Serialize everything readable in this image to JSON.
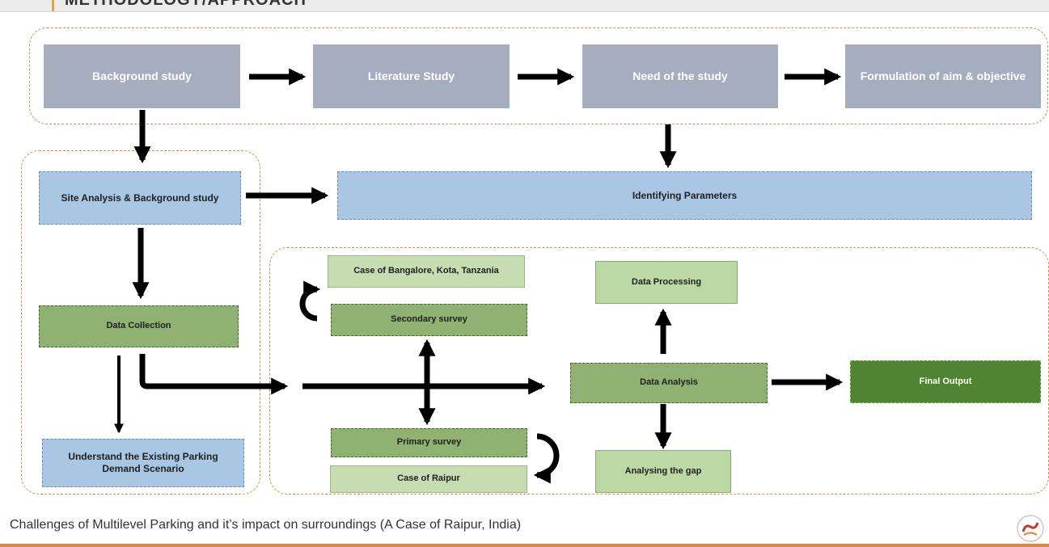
{
  "header": {
    "title": "METHODOLOGY/APPROACH"
  },
  "diagram": {
    "row1": {
      "background_study": "Background study",
      "literature_study": "Literature Study",
      "need_of_study": "Need of the study",
      "formulation": "Formulation of aim & objective"
    },
    "site_analysis": "Site Analysis & Background study",
    "identifying_parameters": "Identifying Parameters",
    "data_collection": "Data Collection",
    "understand_existing": "Understand the Existing Parking Demand Scenario",
    "case_bangalore": "Case of Bangalore, Kota, Tanzania",
    "secondary_survey": "Secondary survey",
    "primary_survey": "Primary survey",
    "case_raipur": "Case of Raipur",
    "data_processing": "Data Processing",
    "data_analysis": "Data Analysis",
    "analysing_gap": "Analysing the gap",
    "final_output": "Final Output"
  },
  "footer": {
    "text": "Challenges of Multilevel Parking and it’s impact on surroundings (A Case of Raipur, India)"
  },
  "colors": {
    "gray_box": "#a5adbf",
    "blue_box": "#a9c7e3",
    "green_box": "#8fb272",
    "light_green_box": "#c6dcb1",
    "dark_green_box": "#4f8531",
    "dashed_border": "#e08a4f",
    "footer_accent": "#e8833a"
  }
}
